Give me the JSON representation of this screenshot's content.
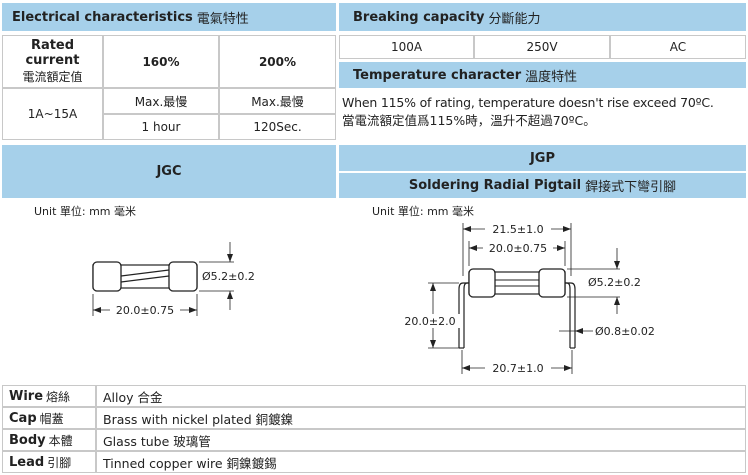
{
  "electrical": {
    "title": "Electrical characteristics",
    "title_cn": "電氣特性",
    "rated_current": "Rated current",
    "rated_current_cn": "電流額定值",
    "col1": "160%",
    "col2": "200%",
    "range": "1A~15A",
    "max1": "Max.最慢",
    "max2": "Max.最慢",
    "time1": "1 hour",
    "time2": "120Sec."
  },
  "breaking": {
    "title": "Breaking capacity",
    "title_cn": "分斷能力",
    "v1": "100A",
    "v2": "250V",
    "v3": "AC"
  },
  "temperature": {
    "title": "Temperature character",
    "title_cn": "溫度特性",
    "line1": "When 115% of rating, temperature doesn't rise exceed 70ºC.",
    "line2": "當電流額定值爲115%時，溫升不超過70ºC。"
  },
  "jgc": {
    "title": "JGC",
    "unit": "Unit 單位: mm 毫米",
    "dim_diameter": "Ø5.2±0.2",
    "dim_length": "20.0±0.75"
  },
  "jgp": {
    "title": "JGP",
    "subtitle": "Soldering Radial Pigtail",
    "subtitle_cn": "銲接式下彎引腳",
    "unit": "Unit 單位: mm 毫米",
    "dim_top": "21.5±1.0",
    "dim_body": "20.0±0.75",
    "dim_diameter": "Ø5.2±0.2",
    "dim_height": "20.0±2.0",
    "dim_lead": "Ø0.8±0.02",
    "dim_bottom": "20.7±1.0"
  },
  "materials": [
    {
      "label": "Wire",
      "label_cn": "熔絲",
      "value": "Alloy 合金"
    },
    {
      "label": "Cap",
      "label_cn": "帽蓋",
      "value": "Brass with nickel plated 銅鍍鎳"
    },
    {
      "label": "Body",
      "label_cn": "本體",
      "value": "Glass tube 玻璃管"
    },
    {
      "label": "Lead",
      "label_cn": "引腳",
      "value": "Tinned copper wire 銅鎳鍍錫"
    }
  ],
  "colors": {
    "header": "#a6d0ea",
    "border": "#c8c8c8"
  }
}
